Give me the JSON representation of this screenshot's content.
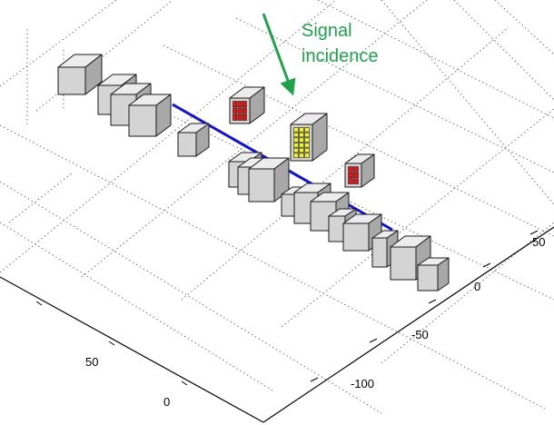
{
  "annotation": {
    "line1": "Signal",
    "line2": "incidence",
    "color": "#1fa34a"
  },
  "axes": {
    "left_ticks": [
      "50",
      "0"
    ],
    "right_ticks": [
      "50",
      "0",
      "-50",
      "-100"
    ]
  },
  "colors": {
    "box_front": "#d4d4d4",
    "box_side": "#a8a8a8",
    "box_top": "#ececec",
    "edge": "#1a1a1a",
    "grid": "#707070",
    "blue_line": "#1010e0",
    "red_cells": "#ee1111",
    "yellow_cells": "#f2f232"
  }
}
